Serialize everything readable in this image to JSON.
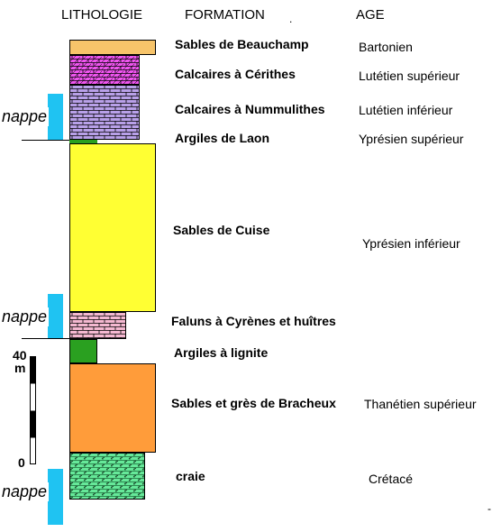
{
  "headers": {
    "lithologie": "LITHOLOGIE",
    "formation": "FORMATION",
    "age": "AGE"
  },
  "layers": [
    {
      "formation": "Sables de Beauchamp",
      "age": "Bartonien",
      "color": "#f7c46a",
      "pattern": "plain"
    },
    {
      "formation": "Calcaires à Cérithes",
      "age": "Lutétien supérieur",
      "color": "#ee55ee",
      "pattern": "brick-hatch"
    },
    {
      "formation": "Calcaires à Nummulithes",
      "age": "Lutétien inférieur",
      "color": "#b8a0e8",
      "pattern": "brick"
    },
    {
      "formation": "Argiles de Laon",
      "age": "Yprésien supérieur",
      "color": "#2aa020",
      "pattern": "plain"
    },
    {
      "formation": "Sables de Cuise",
      "age": "Yprésien inférieur",
      "color": "#ffff33",
      "pattern": "plain"
    },
    {
      "formation": "Faluns à Cyrènes et huîtres",
      "age": "",
      "color": "#f4b8d0",
      "pattern": "brick"
    },
    {
      "formation": "Argiles à lignite",
      "age": "",
      "color": "#2aa020",
      "pattern": "plain"
    },
    {
      "formation": "Sables et grès de Bracheux",
      "age": "Thanétien supérieur",
      "color": "#ff9c3a",
      "pattern": "plain"
    },
    {
      "formation": "craie",
      "age": "Crétacé",
      "color": "#66e899",
      "pattern": "chalk"
    }
  ],
  "nappes": [
    "nappe",
    "nappe",
    "nappe"
  ],
  "scale": {
    "top_label": "40",
    "unit": "m",
    "bottom_label": "0"
  },
  "misc": {
    "dot": ".",
    "dash": "-"
  }
}
